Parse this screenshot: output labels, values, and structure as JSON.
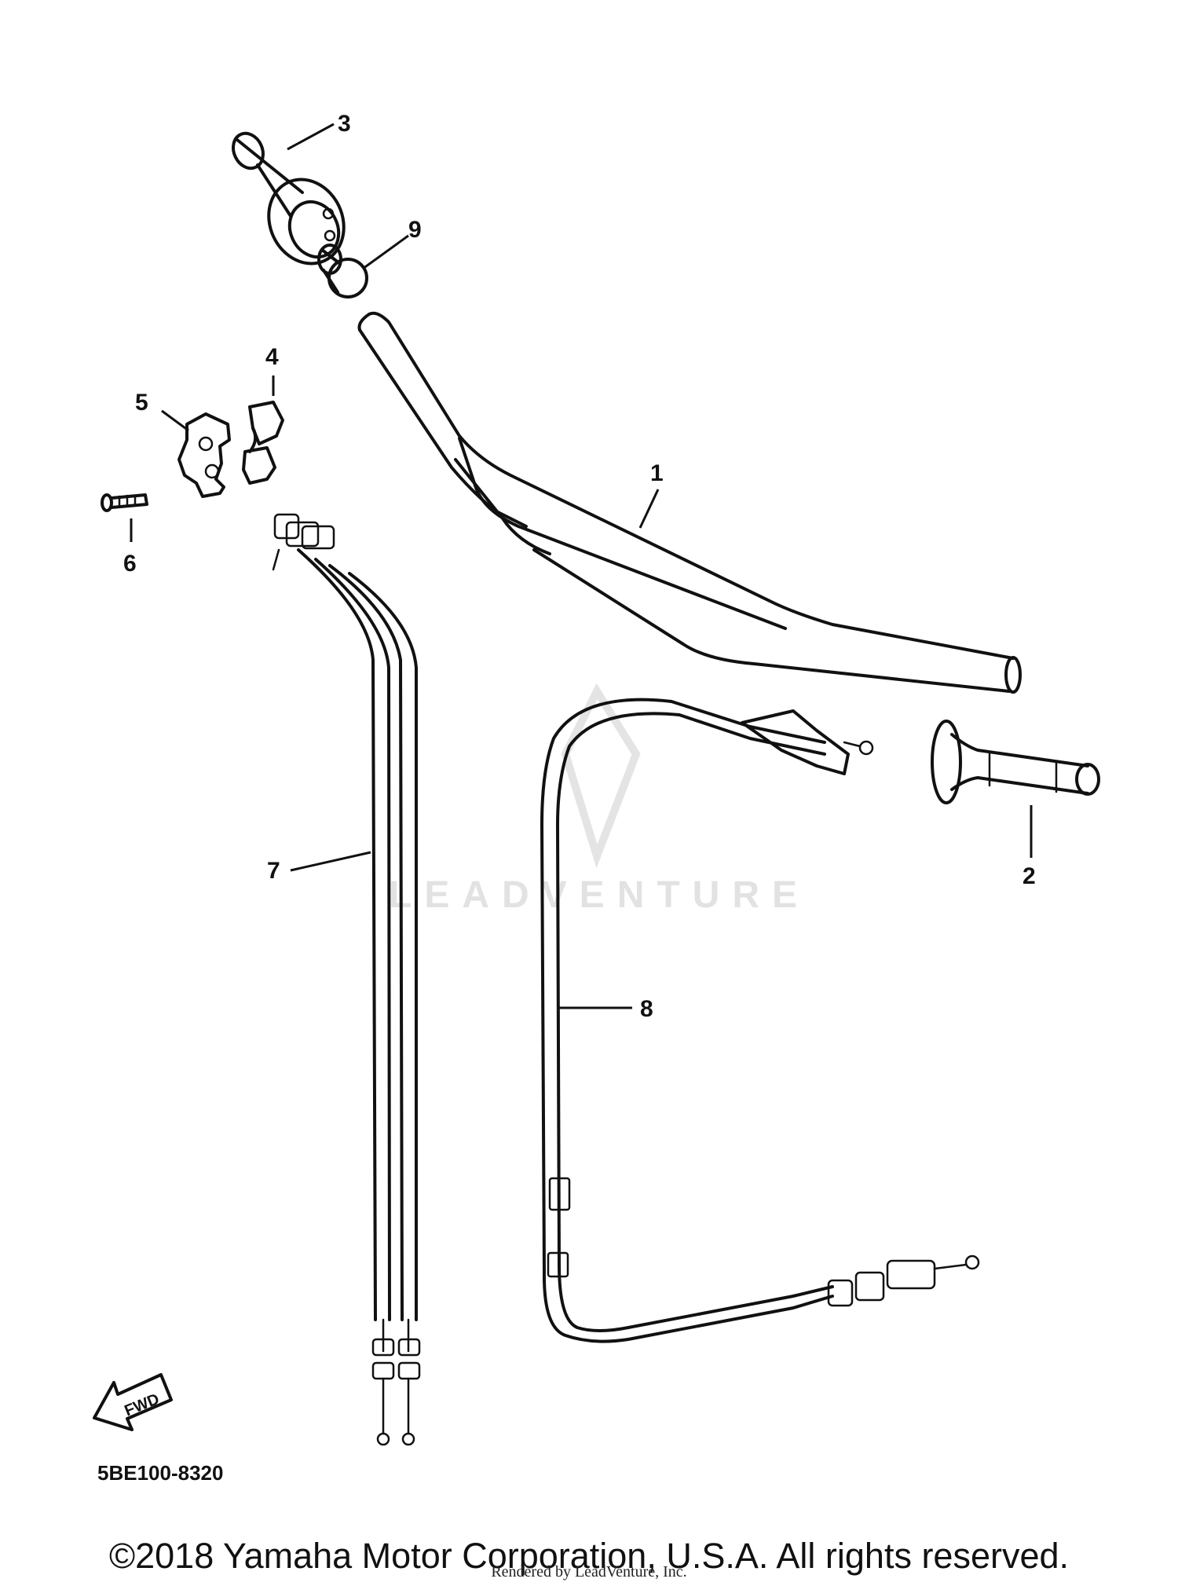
{
  "callouts": [
    {
      "id": "1",
      "text": "1"
    },
    {
      "id": "2",
      "text": "2"
    },
    {
      "id": "3",
      "text": "3"
    },
    {
      "id": "4",
      "text": "4"
    },
    {
      "id": "5",
      "text": "5"
    },
    {
      "id": "6",
      "text": "6"
    },
    {
      "id": "7",
      "text": "7"
    },
    {
      "id": "8",
      "text": "8"
    },
    {
      "id": "9",
      "text": "9"
    }
  ],
  "direction_arrow": {
    "label": "FWD"
  },
  "watermark": {
    "text": "LEADVENTURE",
    "color": "#e2e2e2"
  },
  "diagram_code": "5BE100-8320",
  "copyright": "©2018 Yamaha Motor Corporation, U.S.A. All rights reserved.",
  "rendered_by": "Rendered by LeadVenture, Inc."
}
